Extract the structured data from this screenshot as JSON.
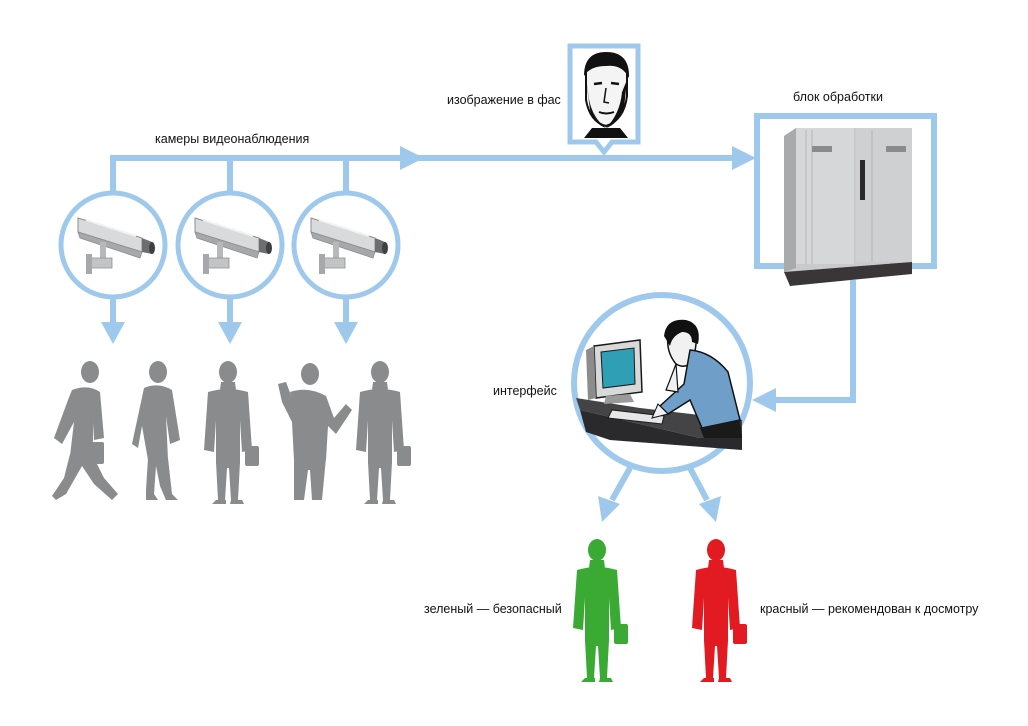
{
  "colors": {
    "connector": "#9fc9ec",
    "silhouette": "#8a8b8d",
    "safe": "#3aaa35",
    "flagged": "#e21b22",
    "server_body": "#c9cacc",
    "server_base": "#3a3536",
    "monitor_screen": "#2e9fb5"
  },
  "labels": {
    "cameras": "камеры видеонаблюдения",
    "frontal_image": "изображение в фас",
    "processing_unit": "блок обработки",
    "interface": "интерфейс",
    "safe": "зеленый — безопасный",
    "flagged": "красный — рекомендован к досмотру"
  },
  "icons": {
    "camera": "security-camera-icon",
    "face": "face-portrait-icon",
    "server": "server-cabinet-icon",
    "operator": "operator-at-computer-icon",
    "person": "person-silhouette-icon"
  }
}
